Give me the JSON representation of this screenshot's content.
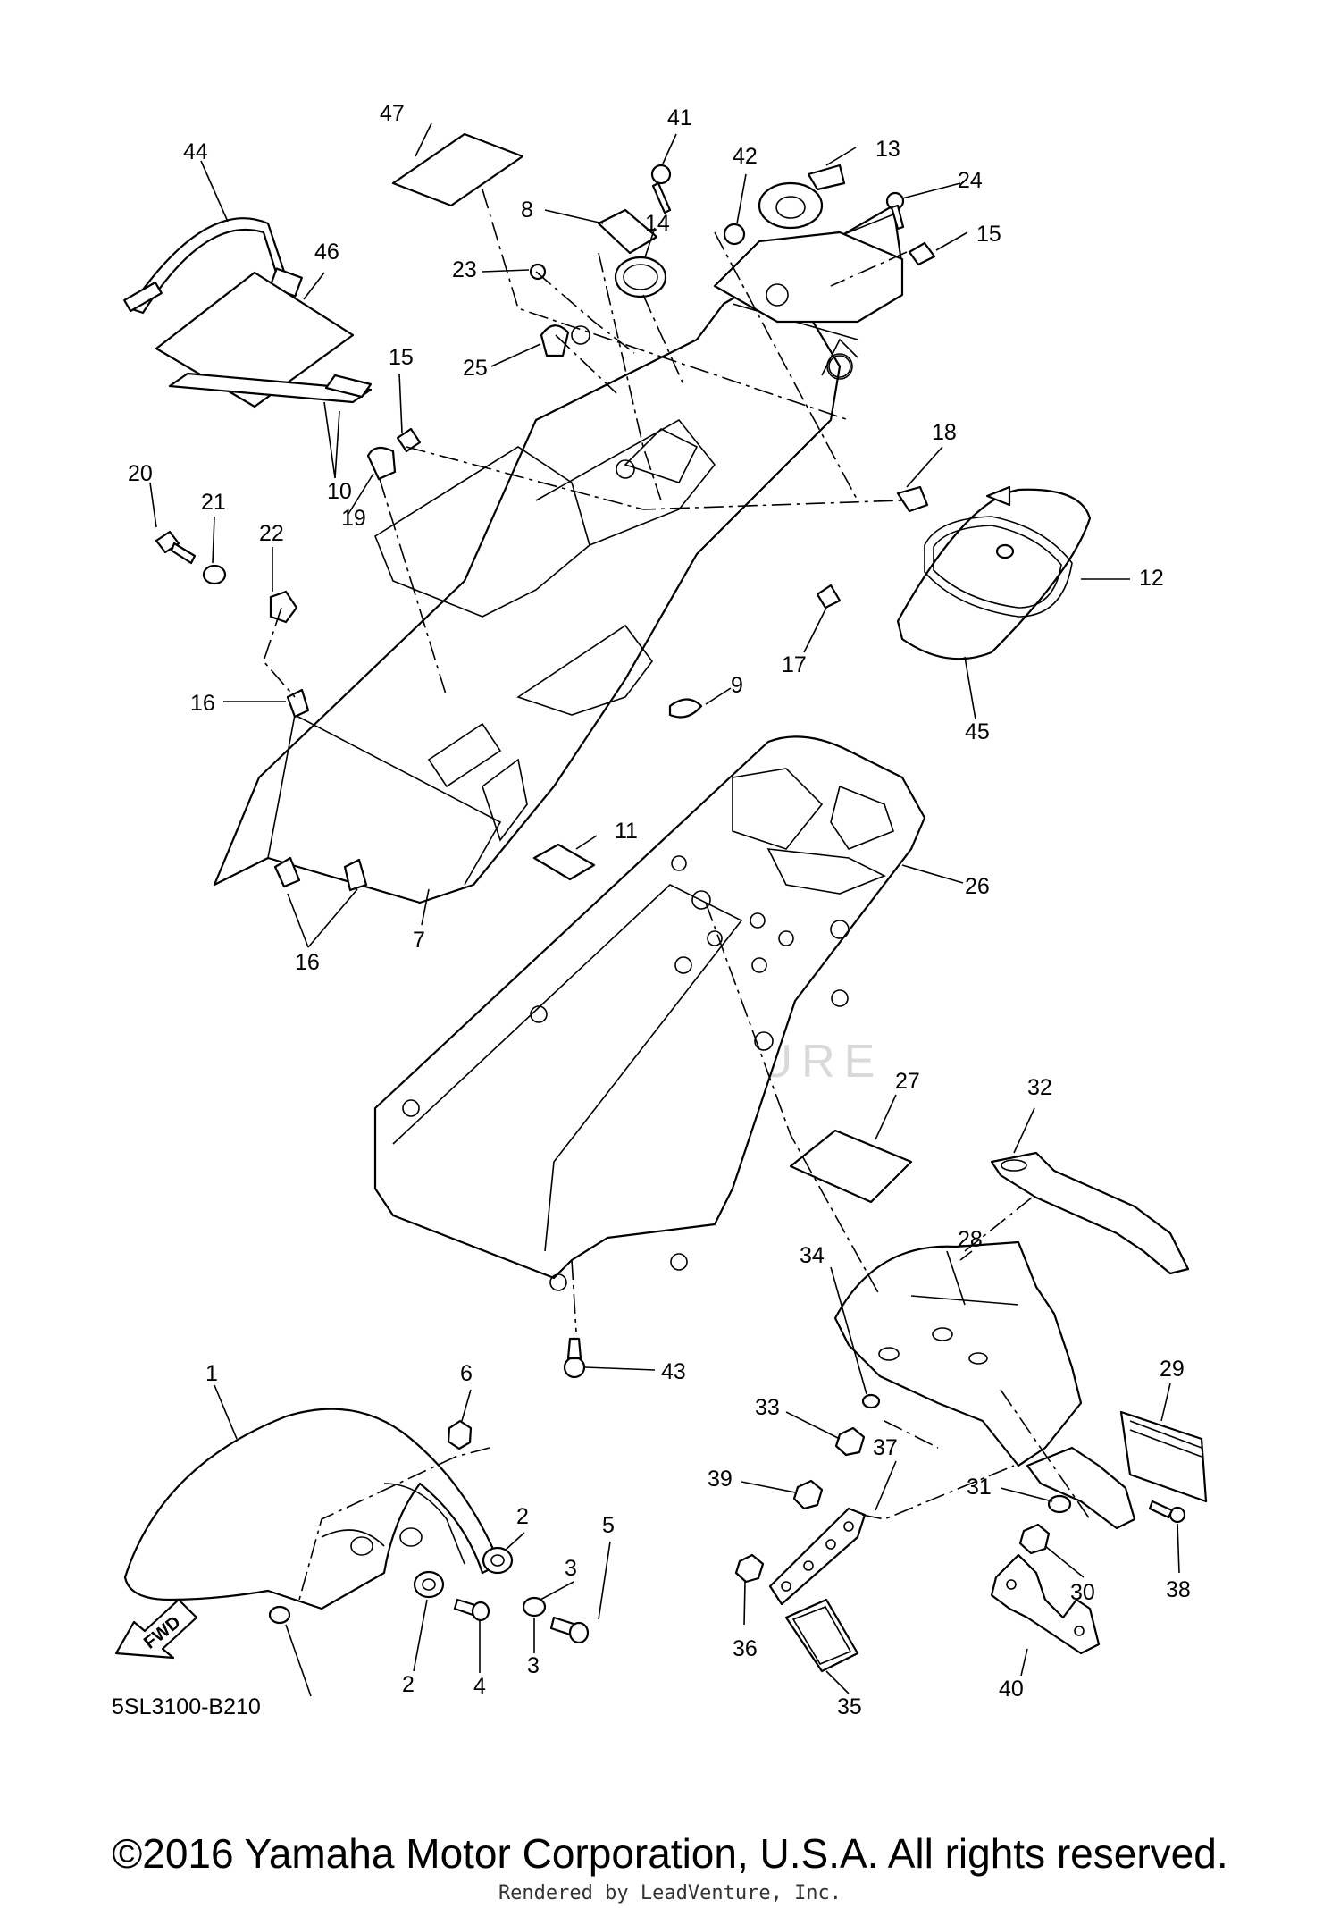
{
  "callouts": [
    "44",
    "47",
    "41",
    "42",
    "13",
    "24",
    "15",
    "8",
    "14",
    "46",
    "23",
    "25",
    "15",
    "18",
    "12",
    "10",
    "19",
    "20",
    "21",
    "22",
    "16",
    "9",
    "17",
    "45",
    "11",
    "26",
    "16",
    "7",
    "27",
    "32",
    "28",
    "29",
    "34",
    "33",
    "1",
    "6",
    "37",
    "39",
    "31",
    "38",
    "2",
    "3",
    "5",
    "30",
    "36",
    "2",
    "4",
    "3",
    "40",
    "35",
    "43"
  ],
  "diagram_code": "5SL3100-B210",
  "fwd_label": "FWD",
  "watermark": "LEADVENTURE",
  "copyright": "©2016 Yamaha Motor Corporation, U.S.A. All rights reserved.",
  "rendered_by": "Rendered by LeadVenture, Inc."
}
